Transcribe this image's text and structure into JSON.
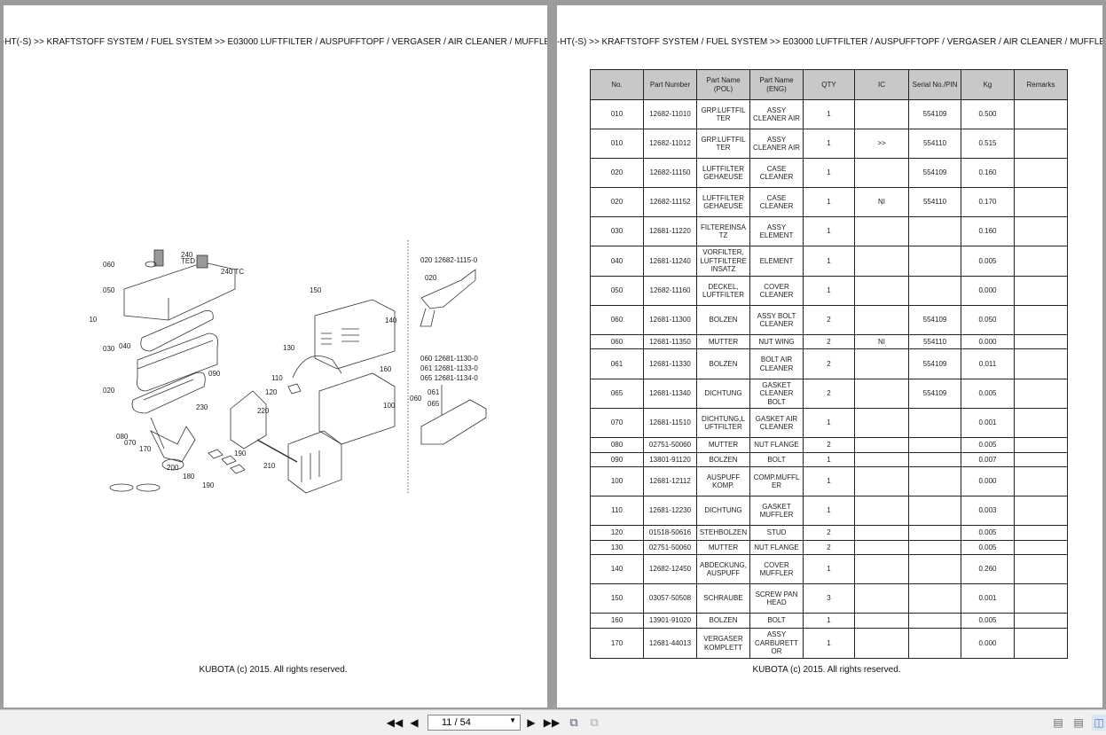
{
  "breadcrumb": "-HT(-S) >> KRAFTSTOFF SYSTEM / FUEL SYSTEM >> E03000   LUFTFILTER / AUSPUFFTOPF / VERGASER / AIR CLEANER / MUFFLER",
  "footer": "KUBOTA (c) 2015. All rights reserved.",
  "diagram": {
    "labels": [
      "060",
      "240",
      "TED",
      "240 TC",
      "050",
      "010",
      "030",
      "040",
      "090",
      "020",
      "080",
      "070",
      "170",
      "230",
      "220",
      "200",
      "180",
      "190",
      "190",
      "210",
      "150",
      "140",
      "130",
      "110",
      "120",
      "160",
      "100",
      "020 12682-1115-0",
      "020",
      "060 12681-1130-0",
      "061 12681-1133-0",
      "065 12681-1134-0",
      "060",
      "061",
      "065"
    ]
  },
  "table": {
    "headers": [
      "No.",
      "Part Number",
      "Part Name\n(POL)",
      "Part Name\n(ENG)",
      "QTY",
      "IC",
      "Serial No./PIN",
      "Kg",
      "Remarks"
    ],
    "rows": [
      [
        "010",
        "12682-11010",
        "GRP.LUFTFIL TER",
        "ASSY CLEANER AIR",
        "1",
        "",
        "554109",
        "0.500",
        ""
      ],
      [
        "010",
        "12682-11012",
        "GRP.LUFTFIL TER",
        "ASSY CLEANER AIR",
        "1",
        ">>",
        "554110",
        "0.515",
        ""
      ],
      [
        "020",
        "12682-11150",
        "LUFTFILTER GEHAEUSE",
        "CASE CLEANER",
        "1",
        "",
        "554109",
        "0.160",
        ""
      ],
      [
        "020",
        "12682-11152",
        "LUFTFILTER GEHAEUSE",
        "CASE CLEANER",
        "1",
        "NI",
        "554110",
        "0.170",
        ""
      ],
      [
        "030",
        "12681-11220",
        "FILTEREINSA TZ",
        "ASSY ELEMENT",
        "1",
        "",
        "",
        "0.160",
        ""
      ],
      [
        "040",
        "12681-11240",
        "VORFILTER, LUFTFILTERE INSATZ",
        "ELEMENT",
        "1",
        "",
        "",
        "0.005",
        ""
      ],
      [
        "050",
        "12682-11160",
        "DECKEL, LUFTFILTER",
        "COVER CLEANER",
        "1",
        "",
        "",
        "0.000",
        ""
      ],
      [
        "060",
        "12681-11300",
        "BOLZEN",
        "ASSY BOLT CLEANER",
        "2",
        "",
        "554109",
        "0.050",
        ""
      ],
      [
        "060",
        "12681-11350",
        "MUTTER",
        "NUT WING",
        "2",
        "NI",
        "554110",
        "0.000",
        ""
      ],
      [
        "061",
        "12681-11330",
        "BOLZEN",
        "BOLT AIR CLEANER",
        "2",
        "",
        "554109",
        "0.011",
        ""
      ],
      [
        "065",
        "12681-11340",
        "DICHTUNG",
        "GASKET CLEANER BOLT",
        "2",
        "",
        "554109",
        "0.005",
        ""
      ],
      [
        "070",
        "12681-11510",
        "DICHTUNG,L UFTFILTER",
        "GASKET AIR CLEANER",
        "1",
        "",
        "",
        "0.001",
        ""
      ],
      [
        "080",
        "02751-50060",
        "MUTTER",
        "NUT FLANGE",
        "2",
        "",
        "",
        "0.005",
        ""
      ],
      [
        "090",
        "13801-91120",
        "BOLZEN",
        "BOLT",
        "1",
        "",
        "",
        "0.007",
        ""
      ],
      [
        "100",
        "12681-12112",
        "AUSPUFF KOMP.",
        "COMP.MUFFL ER",
        "1",
        "",
        "",
        "0.000",
        ""
      ],
      [
        "110",
        "12681-12230",
        "DICHTUNG",
        "GASKET MUFFLER",
        "1",
        "",
        "",
        "0.003",
        ""
      ],
      [
        "120",
        "01518-50616",
        "STEHBOLZEN",
        "STUD",
        "2",
        "",
        "",
        "0.005",
        ""
      ],
      [
        "130",
        "02751-50060",
        "MUTTER",
        "NUT FLANGE",
        "2",
        "",
        "",
        "0.005",
        ""
      ],
      [
        "140",
        "12682-12450",
        "ABDECKUNG, AUSPUFF",
        "COVER MUFFLER",
        "1",
        "",
        "",
        "0.260",
        ""
      ],
      [
        "150",
        "03057-50508",
        "SCHRAUBE",
        "SCREW PAN HEAD",
        "3",
        "",
        "",
        "0.001",
        ""
      ],
      [
        "160",
        "13901-91020",
        "BOLZEN",
        "BOLT",
        "1",
        "",
        "",
        "0.005",
        ""
      ],
      [
        "170",
        "12681-44013",
        "VERGASER KOMPLETT",
        "ASSY CARBURETT OR",
        "1",
        "",
        "",
        "0.000",
        ""
      ]
    ]
  },
  "toolbar": {
    "page_indicator": "11 / 54",
    "icons": [
      "first-page-icon",
      "previous-page-icon",
      "next-page-icon",
      "last-page-icon",
      "extract-page-icon",
      "copy-page-icon",
      "single-page-view-icon",
      "continuous-view-icon",
      "two-page-view-icon"
    ]
  }
}
